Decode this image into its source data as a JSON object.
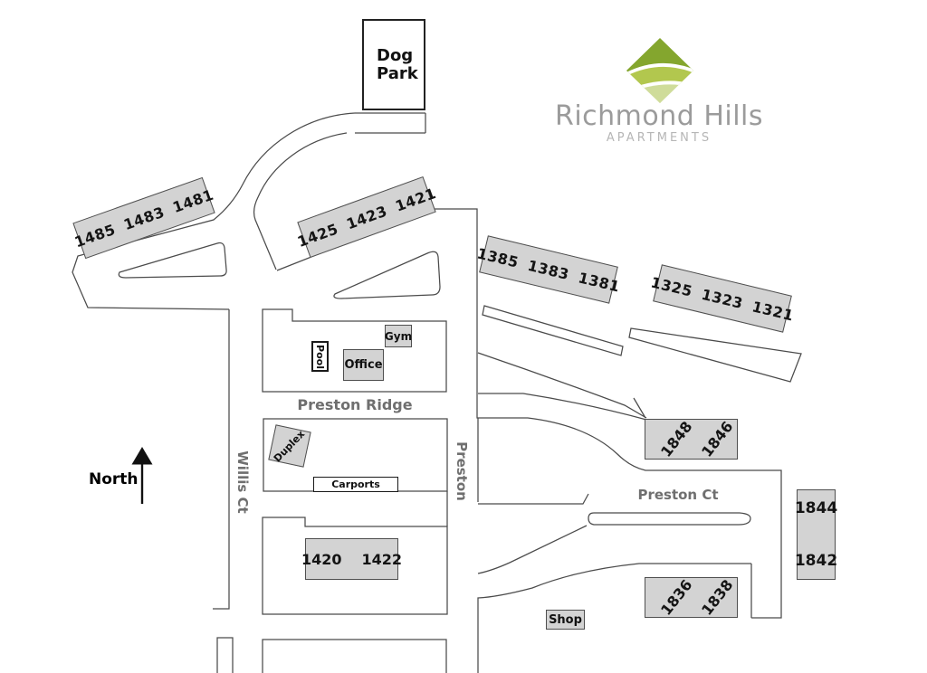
{
  "logo": {
    "name": "Richmond Hills",
    "subtitle": "APARTMENTS"
  },
  "north": {
    "label": "North"
  },
  "dog_park": {
    "label": "Dog Park"
  },
  "streets": {
    "preston_ridge": "Preston Ridge",
    "willis_ct": "Willis Ct",
    "preston": "Preston",
    "preston_ct": "Preston Ct"
  },
  "facilities": {
    "pool": "Pool",
    "office": "Office",
    "gym": "Gym",
    "duplex": "Duplex",
    "carports": "Carports",
    "shop": "Shop"
  },
  "buildings": {
    "b1485": {
      "units": [
        "1485",
        "1483",
        "1481"
      ]
    },
    "b1425": {
      "units": [
        "1425",
        "1423",
        "1421"
      ]
    },
    "b1385": {
      "units": [
        "1385",
        "1383",
        "1381"
      ]
    },
    "b1325": {
      "units": [
        "1325",
        "1323",
        "1321"
      ]
    },
    "b1848": {
      "units": [
        "1848",
        "1846"
      ]
    },
    "b1844": {
      "units": [
        "1844",
        "1842"
      ]
    },
    "b1836": {
      "units": [
        "1836",
        "1838"
      ]
    },
    "b1420": {
      "units": [
        "1420",
        "1422"
      ]
    }
  },
  "colors": {
    "building_fill": "#d3d3d3",
    "road_line": "#4b4b4b",
    "street_label": "#6f6f6f",
    "logo_dark_green": "#84a62e",
    "logo_mid_green": "#b2c74e",
    "logo_light_green": "#cfdc9a",
    "logo_text": "#9b9b9b",
    "logo_subtext": "#b6b6b6"
  }
}
